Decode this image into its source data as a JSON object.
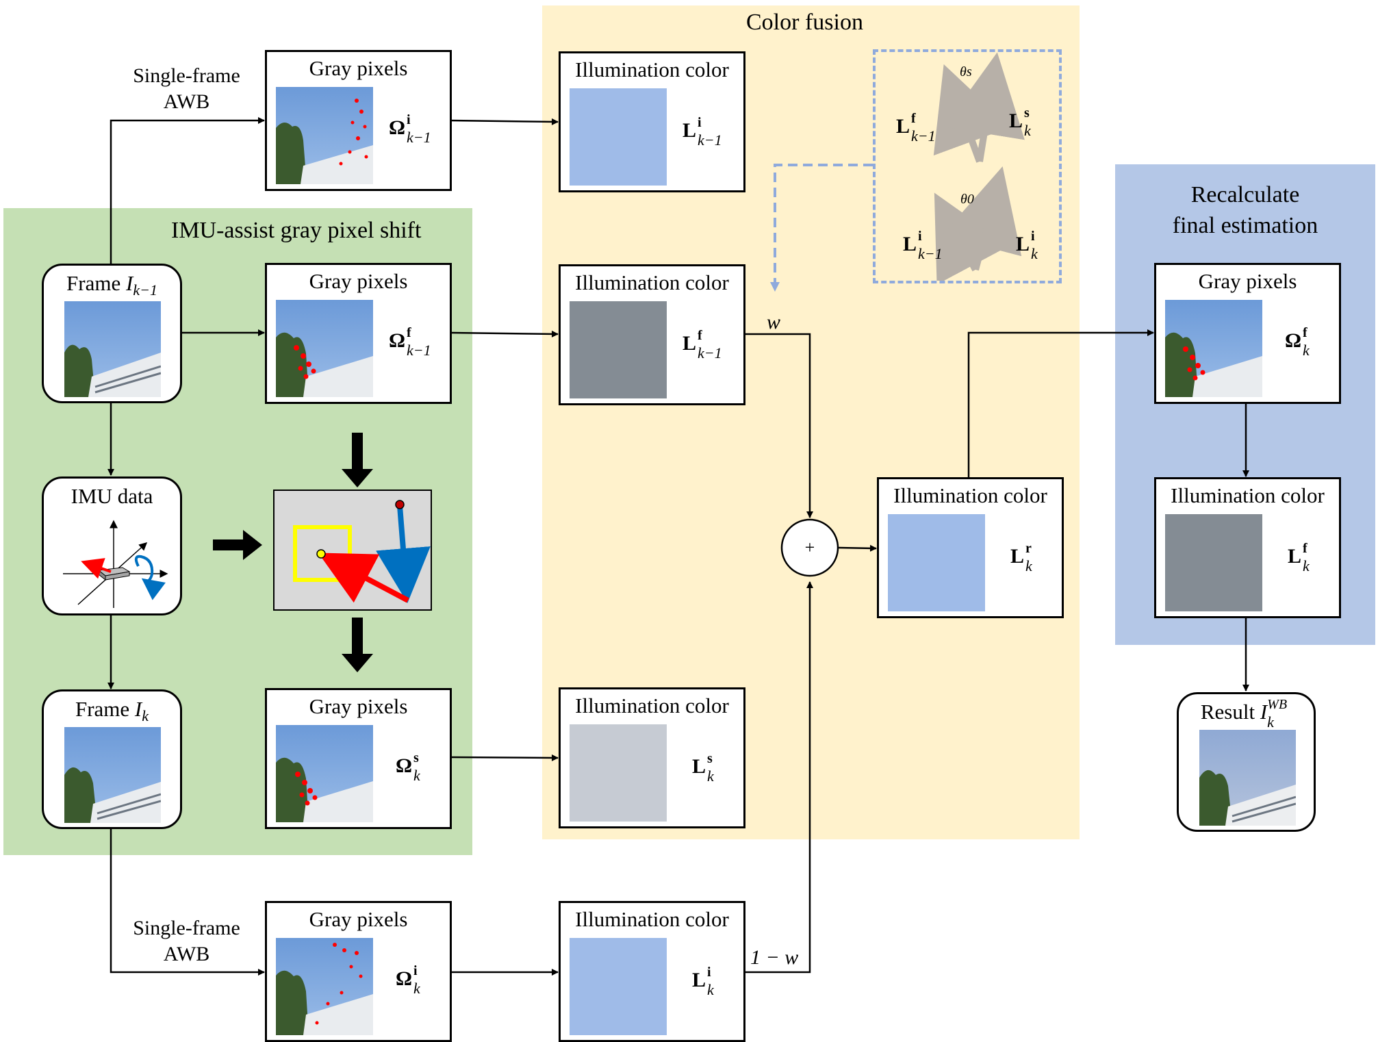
{
  "regions": {
    "imu_shift": "IMU-assist gray pixel shift",
    "color_fusion": "Color fusion",
    "recalc": [
      "Recalculate",
      "final estimation"
    ]
  },
  "frames": {
    "prev": {
      "label": "Frame",
      "var": "I",
      "sub": "k−1"
    },
    "cur": {
      "label": "Frame",
      "var": "I",
      "sub": "k"
    },
    "imu": {
      "label": "IMU data"
    },
    "result": {
      "label": "Result",
      "var": "I",
      "sub": "k",
      "sup": "WB"
    }
  },
  "edge_labels": {
    "single_frame_awb_top": [
      "Single-frame",
      "AWB"
    ],
    "single_frame_awb_bottom": [
      "Single-frame",
      "AWB"
    ],
    "w": "w",
    "one_minus_w": "1 − w",
    "sum": "+"
  },
  "gray_pixel_boxes": [
    {
      "title": "Gray pixels",
      "sym": "Ω",
      "sup": "i",
      "sub": "k−1"
    },
    {
      "title": "Gray pixels",
      "sym": "Ω",
      "sup": "f",
      "sub": "k−1"
    },
    {
      "title": "Gray pixels",
      "sym": "Ω",
      "sup": "s",
      "sub": "k"
    },
    {
      "title": "Gray pixels",
      "sym": "Ω",
      "sup": "i",
      "sub": "k"
    },
    {
      "title": "Gray pixels",
      "sym": "Ω",
      "sup": "f",
      "sub": "k"
    }
  ],
  "illum_boxes": [
    {
      "title": "Illumination color",
      "sym": "L",
      "sup": "i",
      "sub": "k−1",
      "color": "#9fbbe8"
    },
    {
      "title": "Illumination color",
      "sym": "L",
      "sup": "f",
      "sub": "k−1",
      "color": "#848c94"
    },
    {
      "title": "Illumination color",
      "sym": "L",
      "sup": "s",
      "sub": "k",
      "color": "#c6cbd3"
    },
    {
      "title": "Illumination color",
      "sym": "L",
      "sup": "i",
      "sub": "k",
      "color": "#9fbbe8"
    },
    {
      "title": "Illumination color",
      "sym": "L",
      "sup": "r",
      "sub": "k",
      "color": "#9fbbe8"
    },
    {
      "title": "Illumination color",
      "sym": "L",
      "sup": "f",
      "sub": "k",
      "color": "#848c94"
    }
  ],
  "angle_inset": {
    "theta_s": "θs",
    "theta_0": "θ0",
    "upper_left": {
      "sym": "L",
      "sup": "f",
      "sub": "k−1"
    },
    "upper_right": {
      "sym": "L",
      "sup": "s",
      "sub": "k"
    },
    "lower_left": {
      "sym": "L",
      "sup": "i",
      "sub": "k−1"
    },
    "lower_right": {
      "sym": "L",
      "sup": "i",
      "sub": "k"
    }
  },
  "colors": {
    "green_region": "#c5e0b4",
    "yellow_region": "#fff2cc",
    "blue_region": "#b4c7e7",
    "dashed_link": "#8faadc",
    "shift_arrow": "#ff0000",
    "motion_arrow": "#0070c0",
    "window": "#ffff00"
  }
}
